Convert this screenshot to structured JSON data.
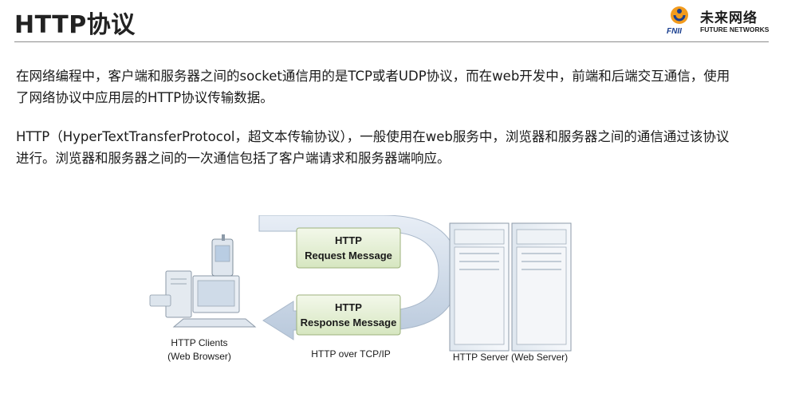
{
  "header": {
    "title": "HTTP协议",
    "logo": {
      "cn": "未来网络",
      "en": "FUTURE NETWORKS",
      "mark": "FNII"
    }
  },
  "content": {
    "paragraph1": "在网络编程中，客户端和服务器之间的socket通信用的是TCP或者UDP协议，而在web开发中，前端和后端交互通信，使用了网络协议中应用层的HTTP协议传输数据。",
    "paragraph2": "HTTP（HyperTextTransferProtocol，超文本传输协议），一般使用在web服务中，浏览器和服务器之间的通信通过该协议进行。浏览器和服务器之间的一次通信包括了客户端请求和服务器端响应。"
  },
  "diagram": {
    "request_line1": "HTTP",
    "request_line2": "Request Message",
    "response_line1": "HTTP",
    "response_line2": "Response Message",
    "clients_line1": "HTTP Clients",
    "clients_line2": "(Web Browser)",
    "transport": "HTTP over TCP/IP",
    "server": "HTTP Server (Web Server)"
  },
  "colors": {
    "accent_blue": "#1a3f8f",
    "logo_orange": "#f29b1d",
    "arrow_fill": "#c9d6e6",
    "box_green": "#e3eed2"
  }
}
